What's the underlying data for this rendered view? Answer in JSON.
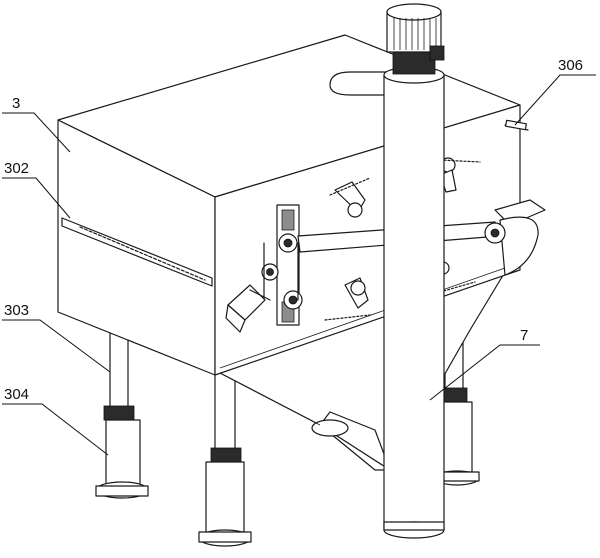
{
  "labels": {
    "l3": "3",
    "l302": "302",
    "l303": "303",
    "l304": "304",
    "l306": "306",
    "l7": "7"
  }
}
